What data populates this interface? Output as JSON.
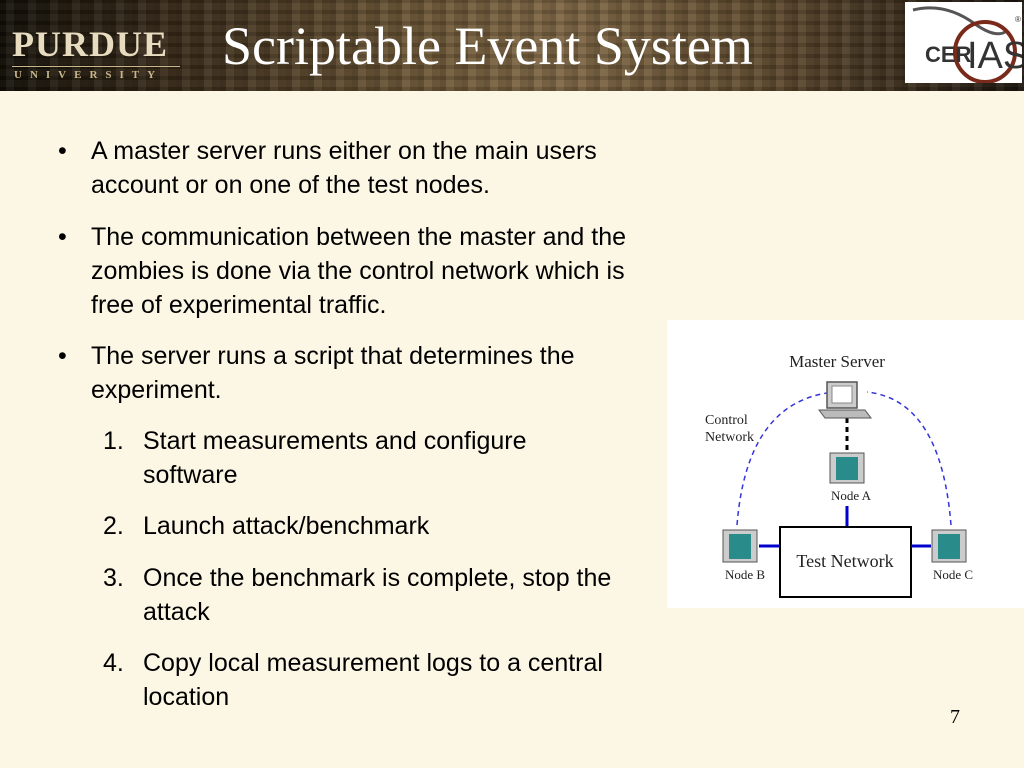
{
  "header": {
    "logo": {
      "main": "PURDUE",
      "sub": "UNIVERSITY"
    },
    "title": "Scriptable Event System",
    "cerias_logo": {
      "left_text": "CER",
      "right_text": "IAS",
      "mark": "®"
    }
  },
  "bullets": [
    {
      "symbol": "•",
      "text": "A master server runs either on the main users account or on one of the test nodes."
    },
    {
      "symbol": "•",
      "text": "The communication between the master and the zombies is done via the control network which is free of experimental traffic."
    },
    {
      "symbol": "•",
      "text": "The server runs a script that determines the experiment."
    }
  ],
  "steps": [
    {
      "number": "1.",
      "text": "Start measurements and configure software"
    },
    {
      "number": "2.",
      "text": "Launch attack/benchmark"
    },
    {
      "number": "3.",
      "text": "Once the benchmark is complete, stop the attack"
    },
    {
      "number": "4.",
      "text": "Copy local measurement logs to a central location"
    }
  ],
  "diagram": {
    "master_label": "Master Server",
    "control_label": [
      "Control",
      "Network"
    ],
    "test_network_label": "Test Network",
    "nodes": [
      {
        "label": "Node A"
      },
      {
        "label": "Node B"
      },
      {
        "label": "Node C"
      }
    ],
    "colors": {
      "link": "#0000cc",
      "control_link": "#3333dd",
      "node_body": "#2a8c8a"
    }
  },
  "page_number": "7",
  "colors": {
    "background": "#fcf6e4",
    "title": "#ffffff"
  }
}
